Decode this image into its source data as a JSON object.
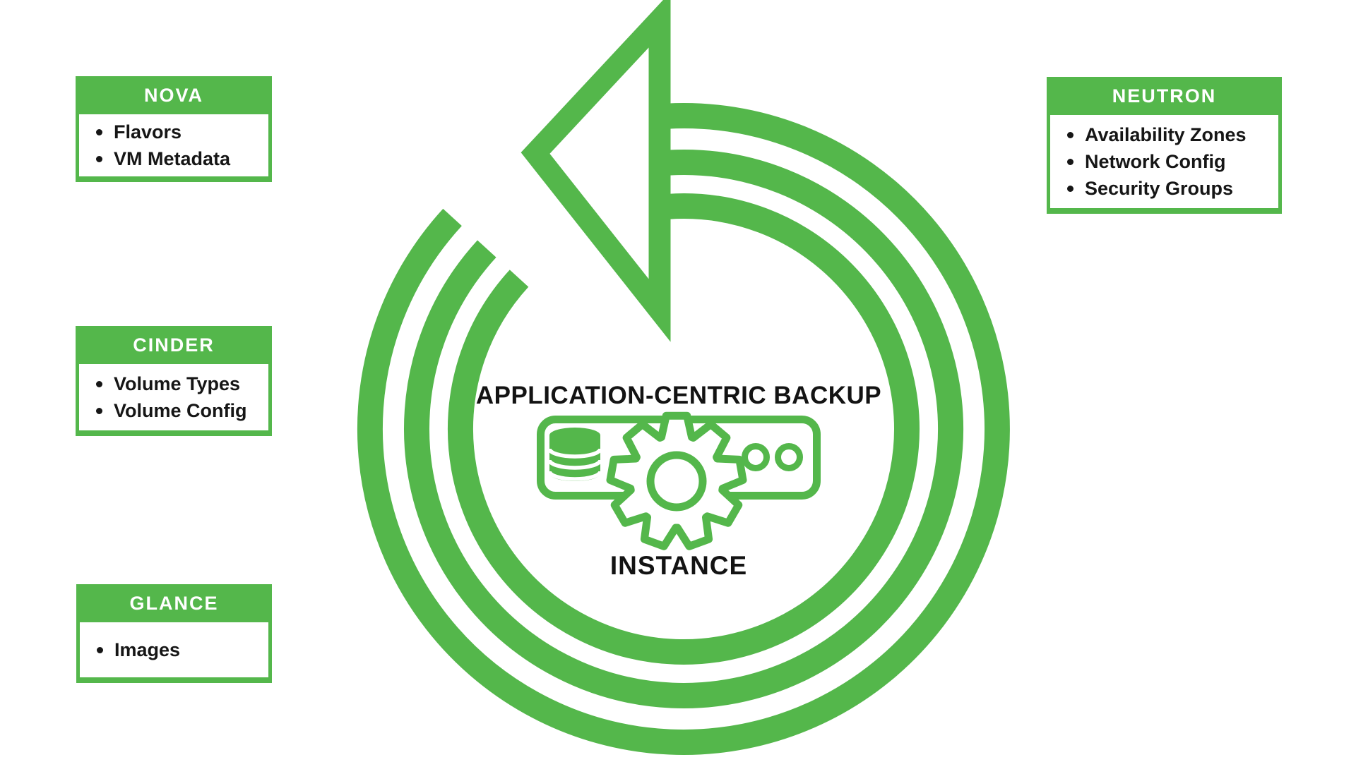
{
  "palette": {
    "green": "#54B74B",
    "text_black": "#161616",
    "white": "#FFFFFF"
  },
  "diagram": {
    "center_label": "APPLICATION-CENTRIC BACKUP",
    "instance_label": "INSTANCE",
    "arrow_icon": "circular-backup-arrow-icon",
    "instance_icon_parts": [
      "server-box-icon",
      "database-icon",
      "gear-icon",
      "indicator-circle-icon",
      "indicator-circle-icon"
    ]
  },
  "service_boxes": [
    {
      "title": "NOVA",
      "items": [
        "Flavors",
        "VM Metadata"
      ]
    },
    {
      "title": "CINDER",
      "items": [
        "Volume Types",
        "Volume Config"
      ]
    },
    {
      "title": "GLANCE",
      "items": [
        "Images"
      ]
    },
    {
      "title": "NEUTRON",
      "items": [
        "Availability Zones",
        "Network Config",
        "Security Groups"
      ]
    }
  ]
}
